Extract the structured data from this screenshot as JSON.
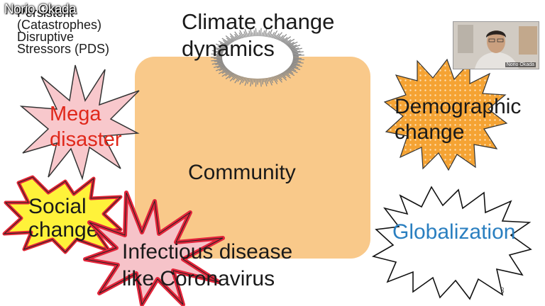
{
  "presenter": {
    "name": "Norio Okada"
  },
  "slide": {
    "pds_label": {
      "lines": [
        "Persistent",
        "(Catastrophes)",
        "Disruptive",
        "Stressors (PDS)"
      ]
    },
    "climate": {
      "lines": [
        "Climate change",
        "dynamics"
      ]
    },
    "community": "Community",
    "mega": {
      "lines": [
        "Mega",
        "disaster"
      ]
    },
    "demographic": {
      "lines": [
        "Demographic",
        "change"
      ]
    },
    "social": {
      "lines": [
        "Social",
        "change"
      ]
    },
    "infectious": {
      "lines": [
        "Infectious disease",
        "like Coronavirus"
      ]
    },
    "globalization": "Globalization",
    "page_number": "8"
  },
  "webcam": {
    "name_tag": "Norio Okada"
  },
  "colors": {
    "community_box": "#f9c98a",
    "mega_burst": "#f8c8cc",
    "mega_text": "#e0281b",
    "demographic_burst": "#f5a333",
    "social_burst": "#fff23a",
    "social_border": "#e32636",
    "infectious_burst": "#f6c3c9",
    "globalization_text": "#2a7fc0"
  }
}
